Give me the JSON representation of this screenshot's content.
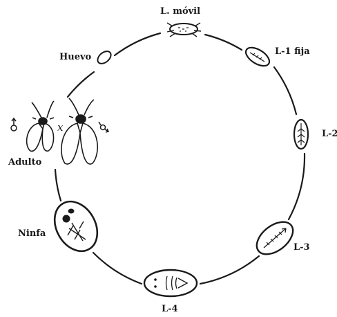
{
  "stages": {
    "movil": "L. móvil",
    "l1": "L-1 fija",
    "l2": "L-2",
    "l3": "L-3",
    "l4": "L-4",
    "ninfa": "Ninfa",
    "adulto": "Adulto",
    "huevo": "Huevo"
  },
  "adult": {
    "cross": "x"
  },
  "colors": {
    "ink": "#1a1a1a",
    "paper": "#ffffff"
  }
}
